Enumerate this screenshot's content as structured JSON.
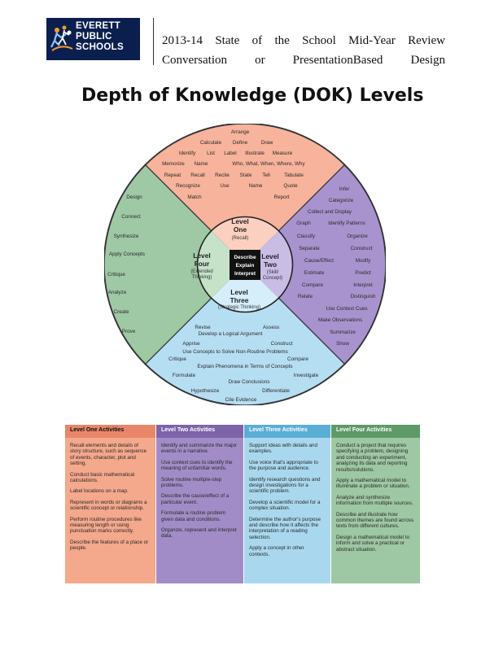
{
  "logo": {
    "lines": [
      "EVERETT",
      "PUBLIC",
      "SCHOOLS"
    ]
  },
  "header": {
    "line1": [
      "2013-14",
      "State",
      "of",
      "the",
      "School",
      "Mid-Year",
      "Review"
    ],
    "line2": [
      "Conversation",
      "or",
      "PresentationBased",
      "Design"
    ]
  },
  "title": "Depth of Knowledge (DOK) Levels",
  "colors": {
    "level_one": "#f7b39b",
    "level_two": "#a893cf",
    "level_three": "#b6def3",
    "level_four": "#9fc8a5"
  },
  "wheel": {
    "center": [
      "Describe",
      "Explain",
      "Interpret"
    ],
    "inner": {
      "one": [
        "Level",
        "One",
        "(Recall)"
      ],
      "two": [
        "Level",
        "Two",
        "(Skill/",
        "Concept)"
      ],
      "three": [
        "Level",
        "Three",
        "(Strategic Thinking)"
      ],
      "four": [
        "Level",
        "Four",
        "(Extended",
        "Thinking)"
      ]
    },
    "one_words": [
      [
        "Arrange"
      ],
      [
        "Calculate",
        "Define",
        "Draw"
      ],
      [
        "Identify",
        "List",
        "Label",
        "Illustrate",
        "Measure"
      ],
      [
        "Memorize",
        "Name",
        "Who, What, When, Where, Why"
      ],
      [
        "Repeat",
        "Recall",
        "Recite",
        "State",
        "Tell",
        "Tabulate"
      ],
      [
        "Recognize",
        "Use",
        "Name",
        "Quote"
      ],
      [
        "Match",
        "Report"
      ]
    ],
    "two_words": [
      "Infer",
      "Categorize",
      "Collect and Display",
      "Graph",
      "Identify Patterns",
      "Classify",
      "Organize",
      "Separate",
      "Construct",
      "Cause/Effect",
      "Modify",
      "Estimate",
      "Predict",
      "Compare",
      "Interpret",
      "Relate",
      "Distinguish",
      "Use Context Cues",
      "Make Observations",
      "Summarize",
      "Show"
    ],
    "three_words": [
      "Revise",
      "Assess",
      "Develop a Logical Argument",
      "Apprise",
      "Construct",
      "Use Concepts to Solve Non-Routine Problems",
      "Critique",
      "Compare",
      "Explain Phenomena in Terms of Concepts",
      "Formulate",
      "Investigate",
      "Draw Conclusions",
      "Hypothesize",
      "Differentiate",
      "Cite Evidence"
    ],
    "four_words": [
      "Design",
      "Connect",
      "Synthesize",
      "Apply Concepts",
      "Critique",
      "Analyze",
      "Create",
      "Prove"
    ]
  },
  "table": {
    "columns": [
      {
        "title": "Level One Activities",
        "items": [
          "Recall elements and details of story structure, such as sequence of events, character, plot and setting.",
          "Conduct basic mathematical calculations.",
          "Label locations on a map.",
          "Represent in words or diagrams a scientific concept or relationship.",
          "Perform routine procedures like measuring length or using punctuation marks correctly.",
          "Describe the features of a place or people."
        ]
      },
      {
        "title": "Level Two Activities",
        "items": [
          "Identify and summarize the major events in a narrative.",
          "Use context cues to identify the meaning of unfamiliar words.",
          "Solve routine multiple-step problems.",
          "Describe the cause/effect of a particular event.",
          "Formulate a routine problem given data and conditions.",
          "Organize, represent and interpret data."
        ]
      },
      {
        "title": "Level Three Activities",
        "items": [
          "Support ideas with details and examples.",
          "Use voice that's appropriate to the purpose and audience.",
          "Identify research questions and design investigations for a scientific problem.",
          "Develop a scientific model for a complex situation.",
          "Determine the author's purpose and describe how it affects the interpretation of a reading selection.",
          "Apply a concept in other contexts."
        ]
      },
      {
        "title": "Level Four Activities",
        "items": [
          "Conduct a project that requires specifying a problem, designing and conducting an experiment, analyzing its data and reporting results/solutions.",
          "Apply a mathematical model to illuminate a problem or situation.",
          "Analyze and synthesize information from multiple sources.",
          "Describe and illustrate how common themes are found across texts from different cultures.",
          "Design a mathematical model to inform and solve a practical or abstract situation."
        ]
      }
    ]
  }
}
